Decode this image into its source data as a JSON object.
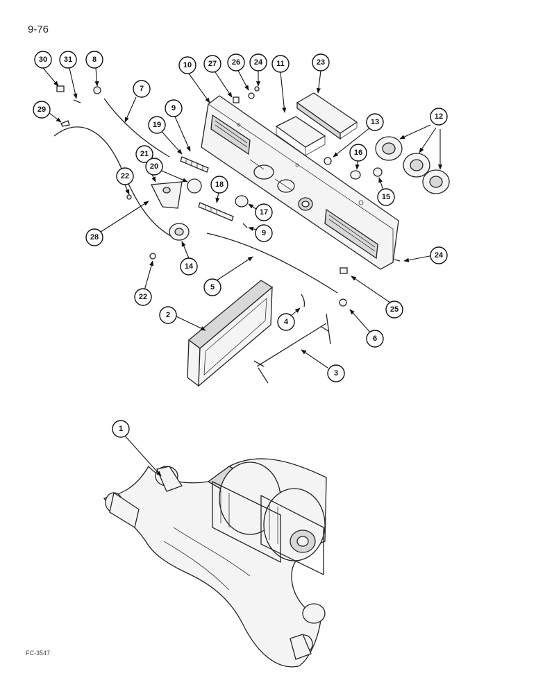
{
  "page": {
    "number": "9-76",
    "figure_code": "FC-3547"
  },
  "callouts": [
    {
      "id": "c30",
      "label": "30"
    },
    {
      "id": "c31",
      "label": "31"
    },
    {
      "id": "c8",
      "label": "8"
    },
    {
      "id": "c7",
      "label": "7"
    },
    {
      "id": "c29",
      "label": "29"
    },
    {
      "id": "c10",
      "label": "10"
    },
    {
      "id": "c27",
      "label": "27"
    },
    {
      "id": "c26",
      "label": "26"
    },
    {
      "id": "c24a",
      "label": "24"
    },
    {
      "id": "c11",
      "label": "11"
    },
    {
      "id": "c23",
      "label": "23"
    },
    {
      "id": "c9a",
      "label": "9"
    },
    {
      "id": "c19",
      "label": "19"
    },
    {
      "id": "c13",
      "label": "13"
    },
    {
      "id": "c12",
      "label": "12"
    },
    {
      "id": "c21",
      "label": "21"
    },
    {
      "id": "c20",
      "label": "20"
    },
    {
      "id": "c16",
      "label": "16"
    },
    {
      "id": "c22a",
      "label": "22"
    },
    {
      "id": "c18",
      "label": "18"
    },
    {
      "id": "c15",
      "label": "15"
    },
    {
      "id": "c17",
      "label": "17"
    },
    {
      "id": "c9b",
      "label": "9"
    },
    {
      "id": "c28",
      "label": "28"
    },
    {
      "id": "c14",
      "label": "14"
    },
    {
      "id": "c24b",
      "label": "24"
    },
    {
      "id": "c22b",
      "label": "22"
    },
    {
      "id": "c5",
      "label": "5"
    },
    {
      "id": "c25",
      "label": "25"
    },
    {
      "id": "c2",
      "label": "2"
    },
    {
      "id": "c4",
      "label": "4"
    },
    {
      "id": "c6",
      "label": "6"
    },
    {
      "id": "c3",
      "label": "3"
    },
    {
      "id": "c1",
      "label": "1"
    }
  ]
}
